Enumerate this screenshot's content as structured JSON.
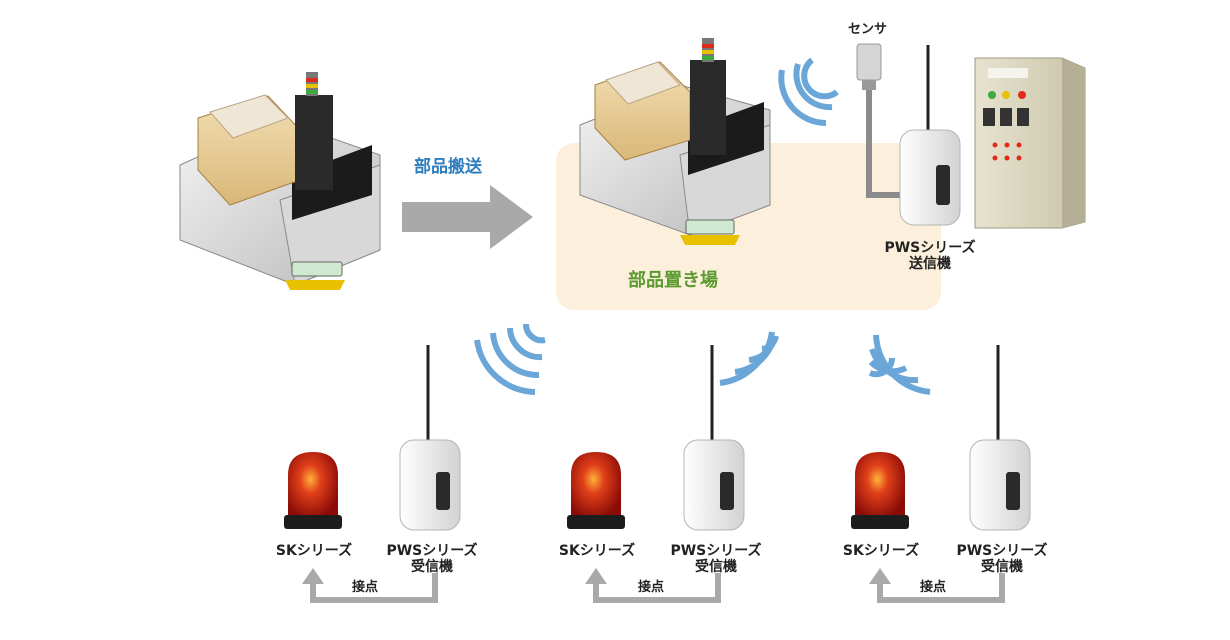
{
  "labels": {
    "transport": "部品搬送",
    "parts_area": "部品置き場",
    "sensor": "センサ",
    "transmitter_line1": "PWSシリーズ",
    "transmitter_line2": "送信機",
    "sk_series": "SKシリーズ",
    "receiver_line1": "PWSシリーズ",
    "receiver_line2": "受信機",
    "contact": "接点"
  },
  "colors": {
    "wave": "#6aa6d8",
    "arrow": "#a9a9a9",
    "area_bg": "#fcefdc",
    "signal_red": "#c0140f",
    "transport_text": "#2f7fbf",
    "area_text": "#5a9a2e"
  },
  "icons": [
    "agv-robot-icon",
    "arrow-right-icon",
    "wifi-wave-icon",
    "sensor-icon",
    "transmitter-icon",
    "control-panel-icon",
    "signal-beacon-icon",
    "receiver-icon",
    "connector-arrow-icon"
  ]
}
